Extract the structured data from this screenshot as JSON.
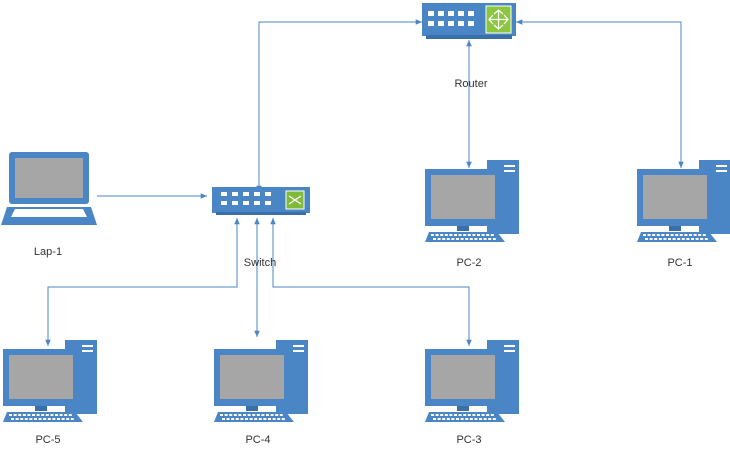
{
  "colors": {
    "device": "#4a86c5",
    "device_dark": "#3a6fa8",
    "screen": "#a6a6a6",
    "port": "#ffffff",
    "router_module": "#8cc63f",
    "switch_module": "#7fba3a",
    "wire": "#4a86c5",
    "label": "#333333"
  },
  "nodes": [
    {
      "id": "router",
      "kind": "router",
      "label": "Router"
    },
    {
      "id": "switch",
      "kind": "switch",
      "label": "Switch"
    },
    {
      "id": "lap1",
      "kind": "laptop",
      "label": "Lap-1"
    },
    {
      "id": "pc1",
      "kind": "pc",
      "label": "PC-1"
    },
    {
      "id": "pc2",
      "kind": "pc",
      "label": "PC-2"
    },
    {
      "id": "pc3",
      "kind": "pc",
      "label": "PC-3"
    },
    {
      "id": "pc4",
      "kind": "pc",
      "label": "PC-4"
    },
    {
      "id": "pc5",
      "kind": "pc",
      "label": "PC-5"
    }
  ],
  "links": [
    {
      "from": "router",
      "to": "switch",
      "arrows": "both"
    },
    {
      "from": "router",
      "to": "pc2",
      "arrows": "both"
    },
    {
      "from": "router",
      "to": "pc1",
      "arrows": "both"
    },
    {
      "from": "lap1",
      "to": "switch",
      "arrows": "end"
    },
    {
      "from": "switch",
      "to": "pc5",
      "arrows": "both"
    },
    {
      "from": "switch",
      "to": "pc4",
      "arrows": "both"
    },
    {
      "from": "switch",
      "to": "pc3",
      "arrows": "both"
    }
  ]
}
